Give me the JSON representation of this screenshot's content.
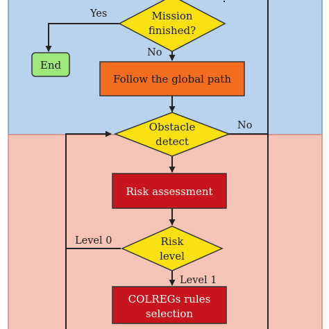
{
  "regions": {
    "upper_color": "#b9d3ef",
    "lower_color": "#f6c4b6",
    "upper_border": "#7b93b8",
    "lower_border": "#d88a7c"
  },
  "nodes": {
    "mission": {
      "line1": "Mission",
      "line2": "finished?",
      "fill": "#f9e10f"
    },
    "end": {
      "label": "End",
      "fill": "#9ee87b"
    },
    "follow": {
      "label": "Follow the global path",
      "fill": "#f36d21"
    },
    "obstacle": {
      "line1": "Obstacle",
      "line2": "detect",
      "fill": "#f9e10f"
    },
    "risk_assessment": {
      "label": "Risk assessment",
      "fill": "#c8151d"
    },
    "risk_level": {
      "line1": "Risk",
      "line2": "level",
      "fill": "#f9e10f"
    },
    "colregs": {
      "line1": "COLREGs rules",
      "line2": "selection",
      "fill": "#c8151d"
    }
  },
  "edges": {
    "yes": "Yes",
    "no_mission": "No",
    "no_obstacle": "No",
    "level0": "Level 0",
    "level1": "Level 1"
  },
  "colors": {
    "line": "#222222",
    "stroke": "#333333"
  }
}
